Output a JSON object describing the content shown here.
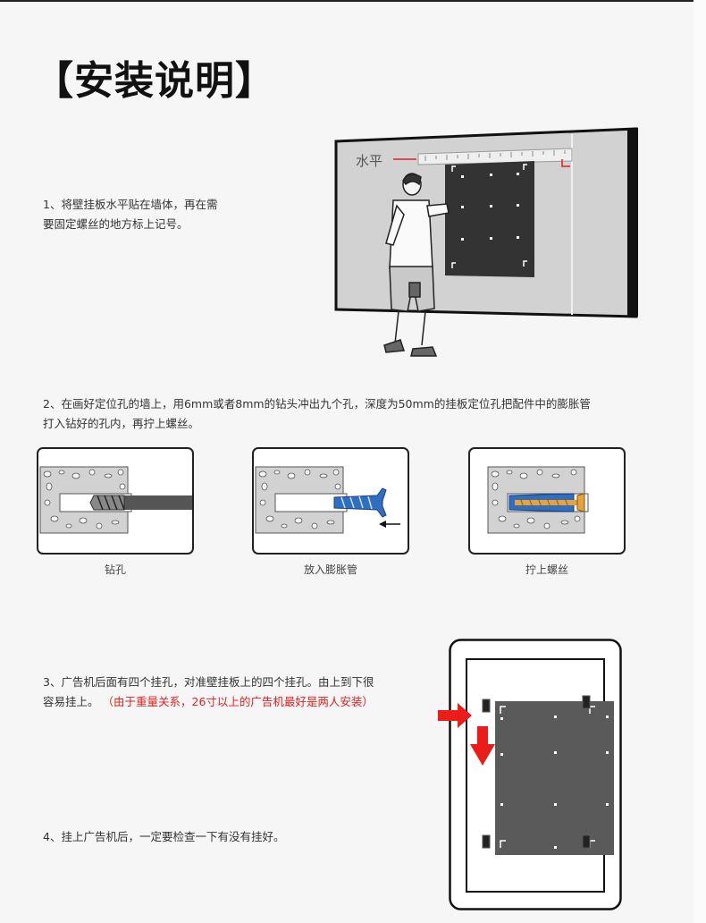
{
  "title": "【安装说明】",
  "step1": {
    "line1": "1、将壁挂板水平贴在墙体，再在需",
    "line2": "要固定螺丝的地方标上记号。",
    "level_label": "水平"
  },
  "step2": {
    "line1": "2、在画好定位孔的墙上，用6mm或者8mm的钻头冲出九个孔，深度为50mm的挂板定位孔把配件中的膨胀管",
    "line2": "打入钻好的孔内，再拧上螺丝。",
    "captions": [
      "钻孔",
      "放入膨胀管",
      "拧上螺丝"
    ]
  },
  "step3": {
    "line1": "3、广告机后面有四个挂孔，对准壁挂板上的四个挂孔。由上到下很",
    "line2_plain": "容易挂上。",
    "line2_note": "（由于重量关系，26寸以上的广告机最好是两人安装）"
  },
  "step4": {
    "line1": "4、挂上广告机后，一定要检查一下有没有挂好。"
  },
  "colors": {
    "wall": "#d2d2d2",
    "plate": "#333333",
    "screw": "#e6a23c",
    "anchor": "#2e6fc4",
    "arrow": "#ee1b1b"
  }
}
